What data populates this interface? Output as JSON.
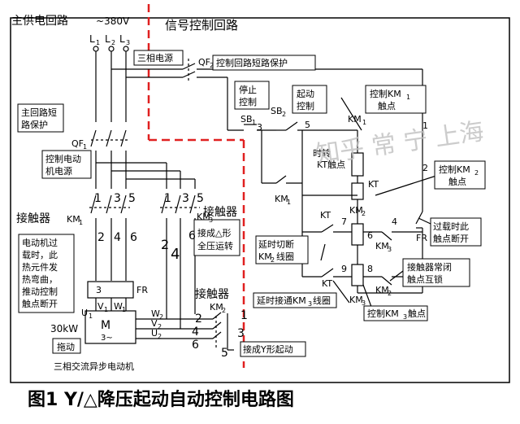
{
  "labels": {
    "main_circuit": "主供电回路",
    "signal_circuit": "信号控制回路",
    "voltage": "~380V",
    "l1": "L",
    "l1_sub": "1",
    "l2": "L",
    "l2_sub": "2",
    "l3": "L",
    "l3_sub": "3",
    "three_phase_power": "三相电源",
    "qf2": "QF",
    "qf2_sub": "2",
    "qf2_desc": "控制回路短路保护",
    "stop_control_1": "停止",
    "stop_control_2": "控制",
    "sb1": "SB",
    "sb1_sub": "1",
    "start_control_1": "起动",
    "start_control_2": "控制",
    "sb2": "SB",
    "sb2_sub": "2",
    "km1_contact_1": "控制KM",
    "km1_contact_1_sub": "1",
    "km1_contact_2": "触点",
    "km1_top": "KM",
    "km1_top_sub": "1",
    "main_protect_1": "主回路短",
    "main_protect_2": "路保护",
    "qf1": "QF",
    "qf1_sub": "1",
    "ctrl_motor_1": "控制电动",
    "ctrl_motor_2": "机电源",
    "contactor_left": "接触器",
    "km1_left": "KM",
    "km1_left_sub": "1",
    "n1": "1",
    "n3": "3",
    "n5": "5",
    "n2": "2",
    "n4": "4",
    "n6": "6",
    "overload_1": "电动机过",
    "overload_2": "载时，此",
    "overload_3": "热元件发",
    "overload_4": "热弯曲，",
    "overload_5": "推动控制",
    "overload_6": "触点断开",
    "fr_left": "FR",
    "fr_left_num": "3",
    "u1": "U",
    "u1_sub": "1",
    "v1": "V",
    "v1_sub": "1",
    "w1": "W",
    "w1_sub": "1",
    "power": "30kW",
    "motor_m": "M",
    "motor_3": "3~",
    "drag": "拖动",
    "motor_name": "三相交流异步电动机",
    "km3_mid": "KM",
    "km3_mid_sub": "3",
    "contactor_mid": "接触器",
    "delta_1": "接成△形",
    "delta_2": "全压运转",
    "w2": "W",
    "w2_sub": "2",
    "v2": "V",
    "v2_sub": "2",
    "u2": "U",
    "u2_sub": "2",
    "contactor_bottom": "接触器",
    "km2_bottom": "KM",
    "km2_bottom_sub": "2",
    "r1": "1",
    "r3": "3",
    "r5": "5",
    "r2": "2",
    "r4": "4",
    "r6": "6",
    "star_start": "接成Y形起动",
    "delay_switch_1": "时转",
    "kt_contact": "KT触点",
    "n2_right": "2",
    "km2_contact_1": "控制KM",
    "km2_contact_1_sub": "2",
    "km2_contact_2": "触点",
    "kt_coil": "KT",
    "km1_coil": "KM",
    "km1_coil_sub": "1",
    "km2_coil": "KM",
    "km2_coil_sub": "2",
    "kt_a": "KT",
    "c7": "7",
    "c6": "6",
    "c4": "4",
    "fr_right": "FR",
    "overload_break_1": "过载时此",
    "overload_break_2": "触点断开",
    "delay_cut_1": "延时切断",
    "delay_cut_2": "KM",
    "delay_cut_2_sub": "2",
    "delay_cut_3": "线圈",
    "km3_r": "KM",
    "km3_r_sub": "3",
    "interlock_1": "接触器常闭",
    "interlock_2": "触点互锁",
    "c9": "9",
    "c8": "8",
    "kt_b": "KT",
    "km2_r2": "KM",
    "km2_r2_sub": "2",
    "delay_on": "延时接通KM",
    "delay_on_sub": "3",
    "delay_on_tail": "线圈",
    "km3_coil": "KM",
    "km3_coil_sub": "3",
    "km3_contact": "控制KM",
    "km3_contact_sub": "3",
    "km3_contact_tail": "触点",
    "c3": "3",
    "c5": "5",
    "c1": "1",
    "watermark": "知乎 常 宁 上海",
    "figure_title": "图1  Y/△降压起动自动控制电路图"
  },
  "colors": {
    "line": "#000000",
    "divider": "#e02020",
    "watermark": "#bfbfbf"
  }
}
